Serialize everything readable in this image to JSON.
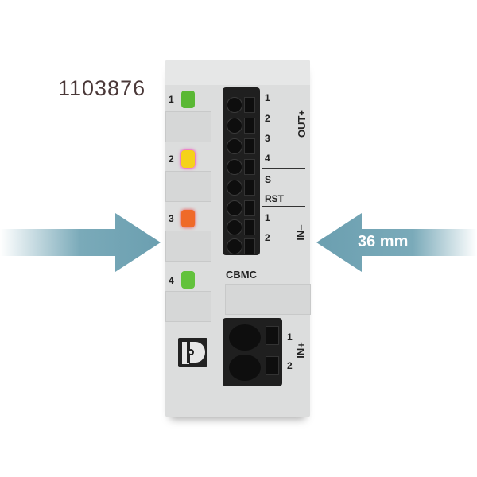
{
  "product_number": "1103876",
  "model": "CBMC",
  "dimension_label": "36 mm",
  "leds": [
    {
      "label": "1",
      "color": "#5ab834"
    },
    {
      "label": "2",
      "color": "#f5d21a"
    },
    {
      "label": "3",
      "color": "#ef6a28"
    },
    {
      "label": "4",
      "color": "#62c23c"
    }
  ],
  "terminal_labels": [
    "1",
    "2",
    "3",
    "4",
    "S",
    "RST",
    "1",
    "2"
  ],
  "group_labels": {
    "out": "OUT+",
    "in_minus": "IN–",
    "in_plus": "IN+"
  },
  "input_terminal_labels": [
    "1",
    "2"
  ],
  "colors": {
    "arrow": "#7aaab9",
    "text": "#4a3838"
  }
}
